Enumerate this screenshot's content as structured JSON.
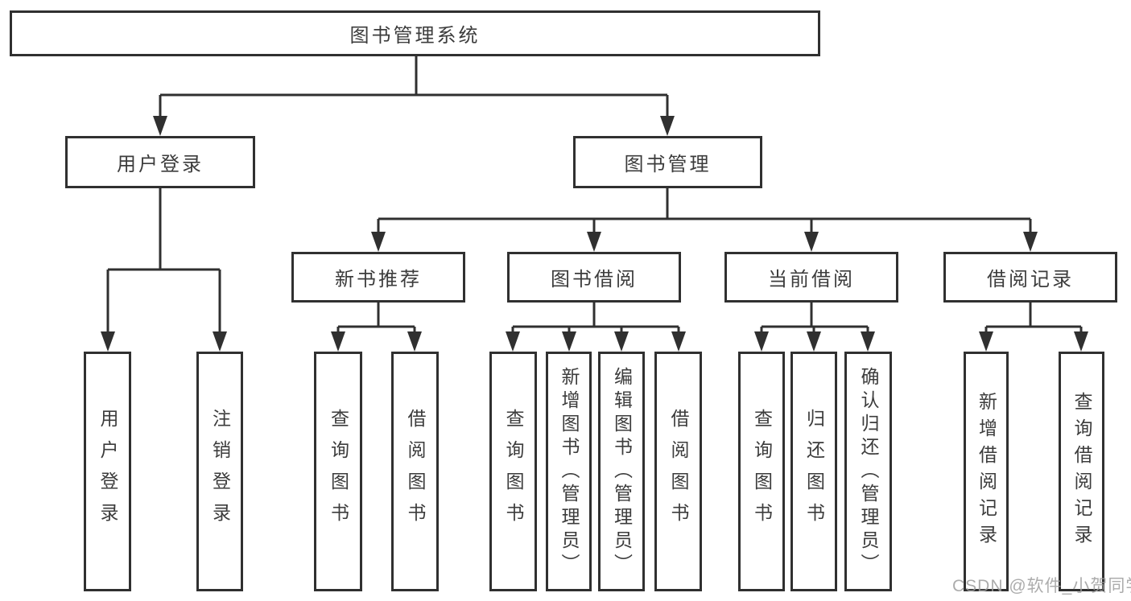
{
  "diagram": {
    "root": {
      "label": "图书管理系统",
      "children": [
        {
          "label": "用户登录",
          "children": [
            {
              "label": "用户登录"
            },
            {
              "label": "注销登录"
            }
          ]
        },
        {
          "label": "图书管理",
          "children": [
            {
              "label": "新书推荐",
              "children": [
                {
                  "label": "查询图书"
                },
                {
                  "label": "借阅图书"
                }
              ]
            },
            {
              "label": "图书借阅",
              "children": [
                {
                  "label": "查询图书"
                },
                {
                  "label": "新增图书（管理员）"
                },
                {
                  "label": "编辑图书（管理员）"
                },
                {
                  "label": "借阅图书"
                }
              ]
            },
            {
              "label": "当前借阅",
              "children": [
                {
                  "label": "查询图书"
                },
                {
                  "label": "归还图书"
                },
                {
                  "label": "确认归还（管理员）"
                }
              ]
            },
            {
              "label": "借阅记录",
              "children": [
                {
                  "label": "新增借阅记录"
                },
                {
                  "label": "查询借阅记录"
                }
              ]
            }
          ]
        }
      ]
    }
  },
  "watermark": {
    "text": "CSDN @软件_小贺同学"
  },
  "colors": {
    "line": "#303030",
    "text": "#3c3c3c",
    "box_background": "#ffffff",
    "background": "#ffffff",
    "watermark": "#9e9e9e"
  }
}
